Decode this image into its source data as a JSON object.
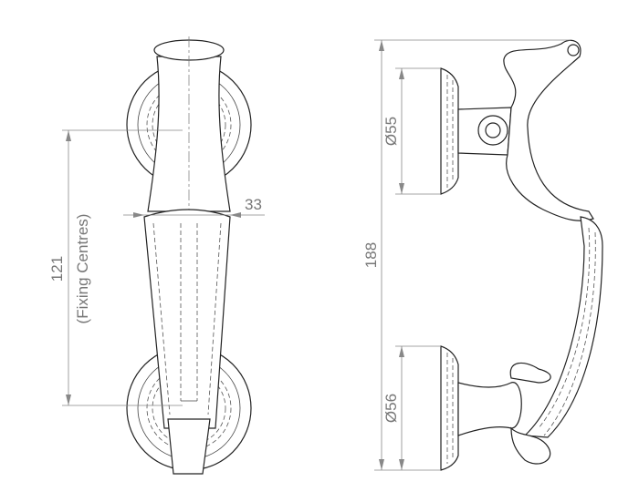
{
  "front_view": {
    "fixing_centres_value": "121",
    "fixing_centres_caption": "(Fixing Centres)",
    "width_value": "33"
  },
  "side_view": {
    "overall_height_value": "188",
    "top_rose_diameter": "Ø55",
    "bottom_rose_diameter": "Ø56"
  }
}
